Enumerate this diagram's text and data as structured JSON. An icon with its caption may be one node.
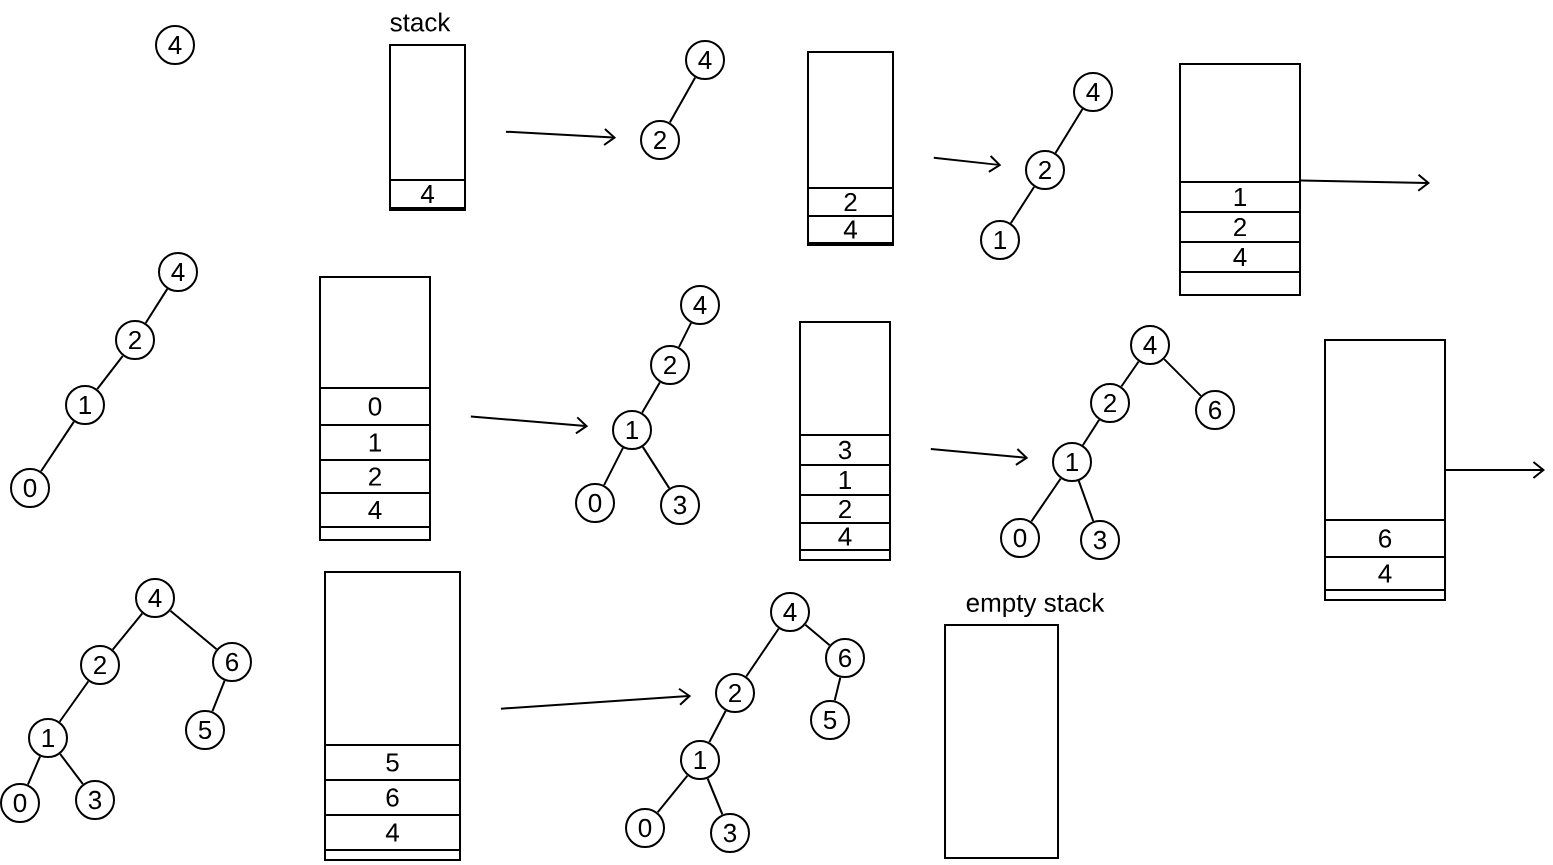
{
  "diagram": {
    "nodes": [
      {
        "text": [
          "4"
        ]
      },
      {
        "text": [],
        "shape": "box"
      },
      {
        "text": [
          "4"
        ],
        "in": 1
      },
      {
        "text": [
          "4"
        ]
      },
      {
        "text": [
          "2"
        ]
      },
      {
        "text": [],
        "shape": "box"
      },
      {
        "text": [
          "2"
        ],
        "in": 5
      },
      {
        "text": [
          "4"
        ],
        "in": 5
      },
      {
        "text": [
          "4"
        ]
      },
      {
        "text": [
          "2"
        ]
      },
      {
        "text": [
          "1"
        ]
      },
      {
        "text": [],
        "shape": "box"
      },
      {
        "text": [
          "1"
        ],
        "in": 11
      },
      {
        "text": [
          "2"
        ],
        "in": 11
      },
      {
        "text": [
          "4"
        ],
        "in": 11
      },
      {
        "text": [
          "4"
        ]
      },
      {
        "text": [
          "2"
        ]
      },
      {
        "text": [
          "1"
        ]
      },
      {
        "text": [
          "0"
        ]
      },
      {
        "text": [],
        "shape": "box"
      },
      {
        "text": [
          "0"
        ],
        "in": 19
      },
      {
        "text": [
          "1"
        ],
        "in": 19
      },
      {
        "text": [
          "2"
        ],
        "in": 19
      },
      {
        "text": [
          "4"
        ],
        "in": 19
      },
      {
        "text": [
          "4"
        ]
      },
      {
        "text": [
          "2"
        ]
      },
      {
        "text": [
          "1"
        ]
      },
      {
        "text": [
          "0"
        ]
      },
      {
        "text": [
          "3"
        ]
      },
      {
        "text": [],
        "shape": "box"
      },
      {
        "text": [
          "3"
        ],
        "in": 29
      },
      {
        "text": [
          "1"
        ],
        "in": 29
      },
      {
        "text": [
          "2"
        ],
        "in": 29
      },
      {
        "text": [
          "4"
        ],
        "in": 29
      },
      {
        "text": [
          "4"
        ]
      },
      {
        "text": [
          "2"
        ]
      },
      {
        "text": [
          "6"
        ]
      },
      {
        "text": [
          "1"
        ]
      },
      {
        "text": [
          "0"
        ]
      },
      {
        "text": [
          "3"
        ]
      },
      {
        "text": [],
        "shape": "box"
      },
      {
        "text": [
          "6"
        ],
        "in": 40
      },
      {
        "text": [
          "4"
        ],
        "in": 40
      },
      {
        "text": [
          "4"
        ]
      },
      {
        "text": [
          "2"
        ]
      },
      {
        "text": [
          "6"
        ]
      },
      {
        "text": [
          "1"
        ]
      },
      {
        "text": [
          "5"
        ]
      },
      {
        "text": [
          "0"
        ]
      },
      {
        "text": [
          "3"
        ]
      },
      {
        "text": [],
        "shape": "box"
      },
      {
        "text": [
          "5"
        ],
        "in": 50
      },
      {
        "text": [
          "6"
        ],
        "in": 50
      },
      {
        "text": [
          "4"
        ],
        "in": 50
      },
      {
        "text": [
          "4"
        ]
      },
      {
        "text": [
          "6"
        ]
      },
      {
        "text": [
          "2"
        ]
      },
      {
        "text": [
          "5"
        ]
      },
      {
        "text": [
          "1"
        ]
      },
      {
        "text": [
          "0"
        ]
      },
      {
        "text": [
          "3"
        ]
      },
      {
        "text": [],
        "shape": "box"
      }
    ],
    "edges": [
      {
        "from": 1,
        "to": 4,
        "arrow": "to"
      },
      {
        "from": 3,
        "to": 4,
        "arrow": "none"
      },
      {
        "from": 5,
        "to": 9,
        "arrow": "to"
      },
      {
        "from": 8,
        "to": 9,
        "arrow": "none"
      },
      {
        "from": 9,
        "to": 10,
        "arrow": "none"
      },
      {
        "from": 11,
        "to": null,
        "arrow": "to"
      },
      {
        "from": 15,
        "to": 16,
        "arrow": "none"
      },
      {
        "from": 16,
        "to": 17,
        "arrow": "none"
      },
      {
        "from": 17,
        "to": 18,
        "arrow": "none"
      },
      {
        "from": 19,
        "to": 26,
        "arrow": "to"
      },
      {
        "from": 24,
        "to": 25,
        "arrow": "none"
      },
      {
        "from": 25,
        "to": 26,
        "arrow": "none"
      },
      {
        "from": 26,
        "to": 27,
        "arrow": "none"
      },
      {
        "from": 26,
        "to": 28,
        "arrow": "none"
      },
      {
        "from": 29,
        "to": 37,
        "arrow": "to"
      },
      {
        "from": 34,
        "to": 35,
        "arrow": "none"
      },
      {
        "from": 34,
        "to": 36,
        "arrow": "none"
      },
      {
        "from": 35,
        "to": 37,
        "arrow": "none"
      },
      {
        "from": 37,
        "to": 38,
        "arrow": "none"
      },
      {
        "from": 37,
        "to": 39,
        "arrow": "none"
      },
      {
        "from": 40,
        "to": null,
        "arrow": "to"
      },
      {
        "from": 43,
        "to": 44,
        "arrow": "none"
      },
      {
        "from": 43,
        "to": 45,
        "arrow": "none"
      },
      {
        "from": 44,
        "to": 46,
        "arrow": "none"
      },
      {
        "from": 45,
        "to": 47,
        "arrow": "none"
      },
      {
        "from": 46,
        "to": 48,
        "arrow": "none"
      },
      {
        "from": 46,
        "to": 49,
        "arrow": "none"
      },
      {
        "from": 50,
        "to": 56,
        "arrow": "to"
      },
      {
        "from": 54,
        "to": 55,
        "arrow": "none"
      },
      {
        "from": 54,
        "to": 56,
        "arrow": "none"
      },
      {
        "from": 55,
        "to": 57,
        "arrow": "none"
      },
      {
        "from": 56,
        "to": 58,
        "arrow": "none"
      },
      {
        "from": 58,
        "to": 59,
        "arrow": "none"
      },
      {
        "from": 58,
        "to": 60,
        "arrow": "none"
      }
    ],
    "labels": [
      "stack",
      "empty stack"
    ]
  }
}
